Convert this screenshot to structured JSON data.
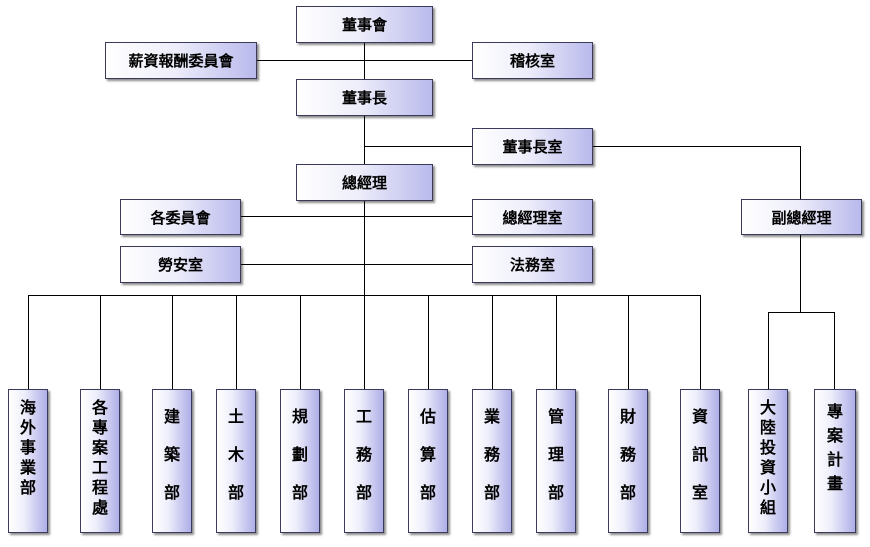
{
  "org_chart": {
    "board": "董事會",
    "compensation_committee": "薪資報酬委員會",
    "audit_office": "稽核室",
    "chairman": "董事長",
    "chairman_office": "董事長室",
    "general_manager": "總經理",
    "committees": "各委員會",
    "gm_office": "總經理室",
    "labor_safety_office": "勞安室",
    "legal_office": "法務室",
    "vice_general_manager": "副總經理",
    "departments": [
      "海外事業部",
      "各專案工程處",
      "建築部",
      "土木部",
      "規劃部",
      "工務部",
      "估算部",
      "業務部",
      "管理部",
      "財務部",
      "資訊室"
    ],
    "vice_gm_units": [
      "大陸投資小組",
      "專案計畫"
    ]
  },
  "colors": {
    "line": "#000000",
    "border": "#3a3a5a",
    "gradient_end": "#b9b9ec"
  }
}
